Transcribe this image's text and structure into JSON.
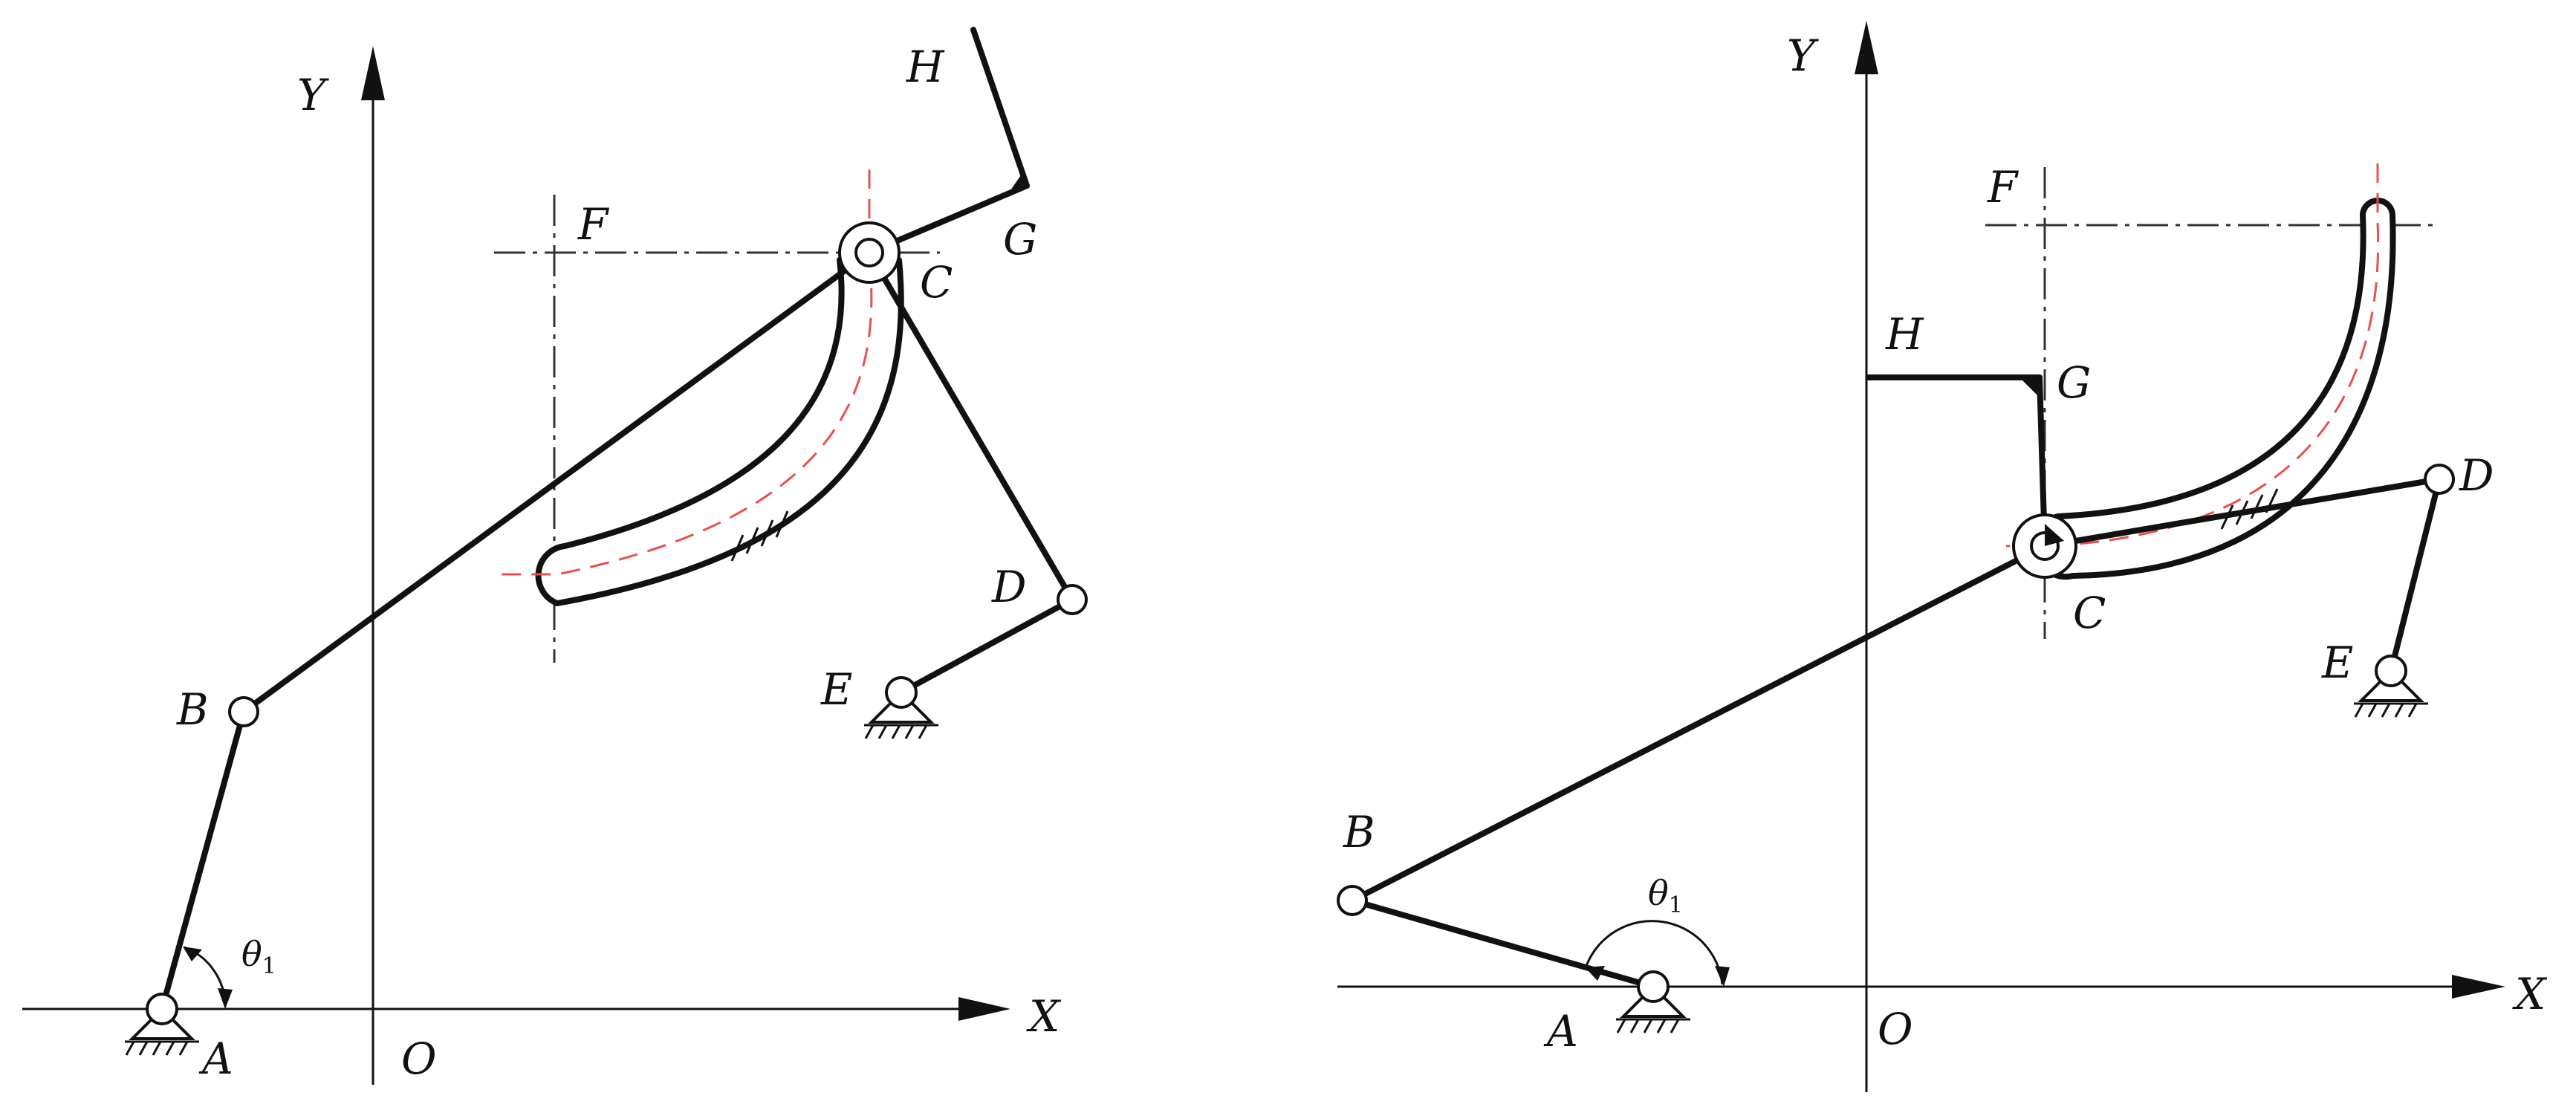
{
  "left_figure": {
    "axes": {
      "x": "X",
      "y": "Y",
      "origin": "O"
    },
    "points": {
      "A": "A",
      "B": "B",
      "C": "C",
      "D": "D",
      "E": "E",
      "F": "F",
      "G": "G",
      "H": "H"
    },
    "angle": {
      "symbol": "θ",
      "subscript": "1"
    }
  },
  "right_figure": {
    "axes": {
      "x": "X",
      "y": "Y",
      "origin": "O"
    },
    "points": {
      "A": "A",
      "B": "B",
      "C": "C",
      "D": "D",
      "E": "E",
      "F": "F",
      "G": "G",
      "H": "H"
    },
    "angle": {
      "symbol": "θ",
      "subscript": "1"
    }
  }
}
